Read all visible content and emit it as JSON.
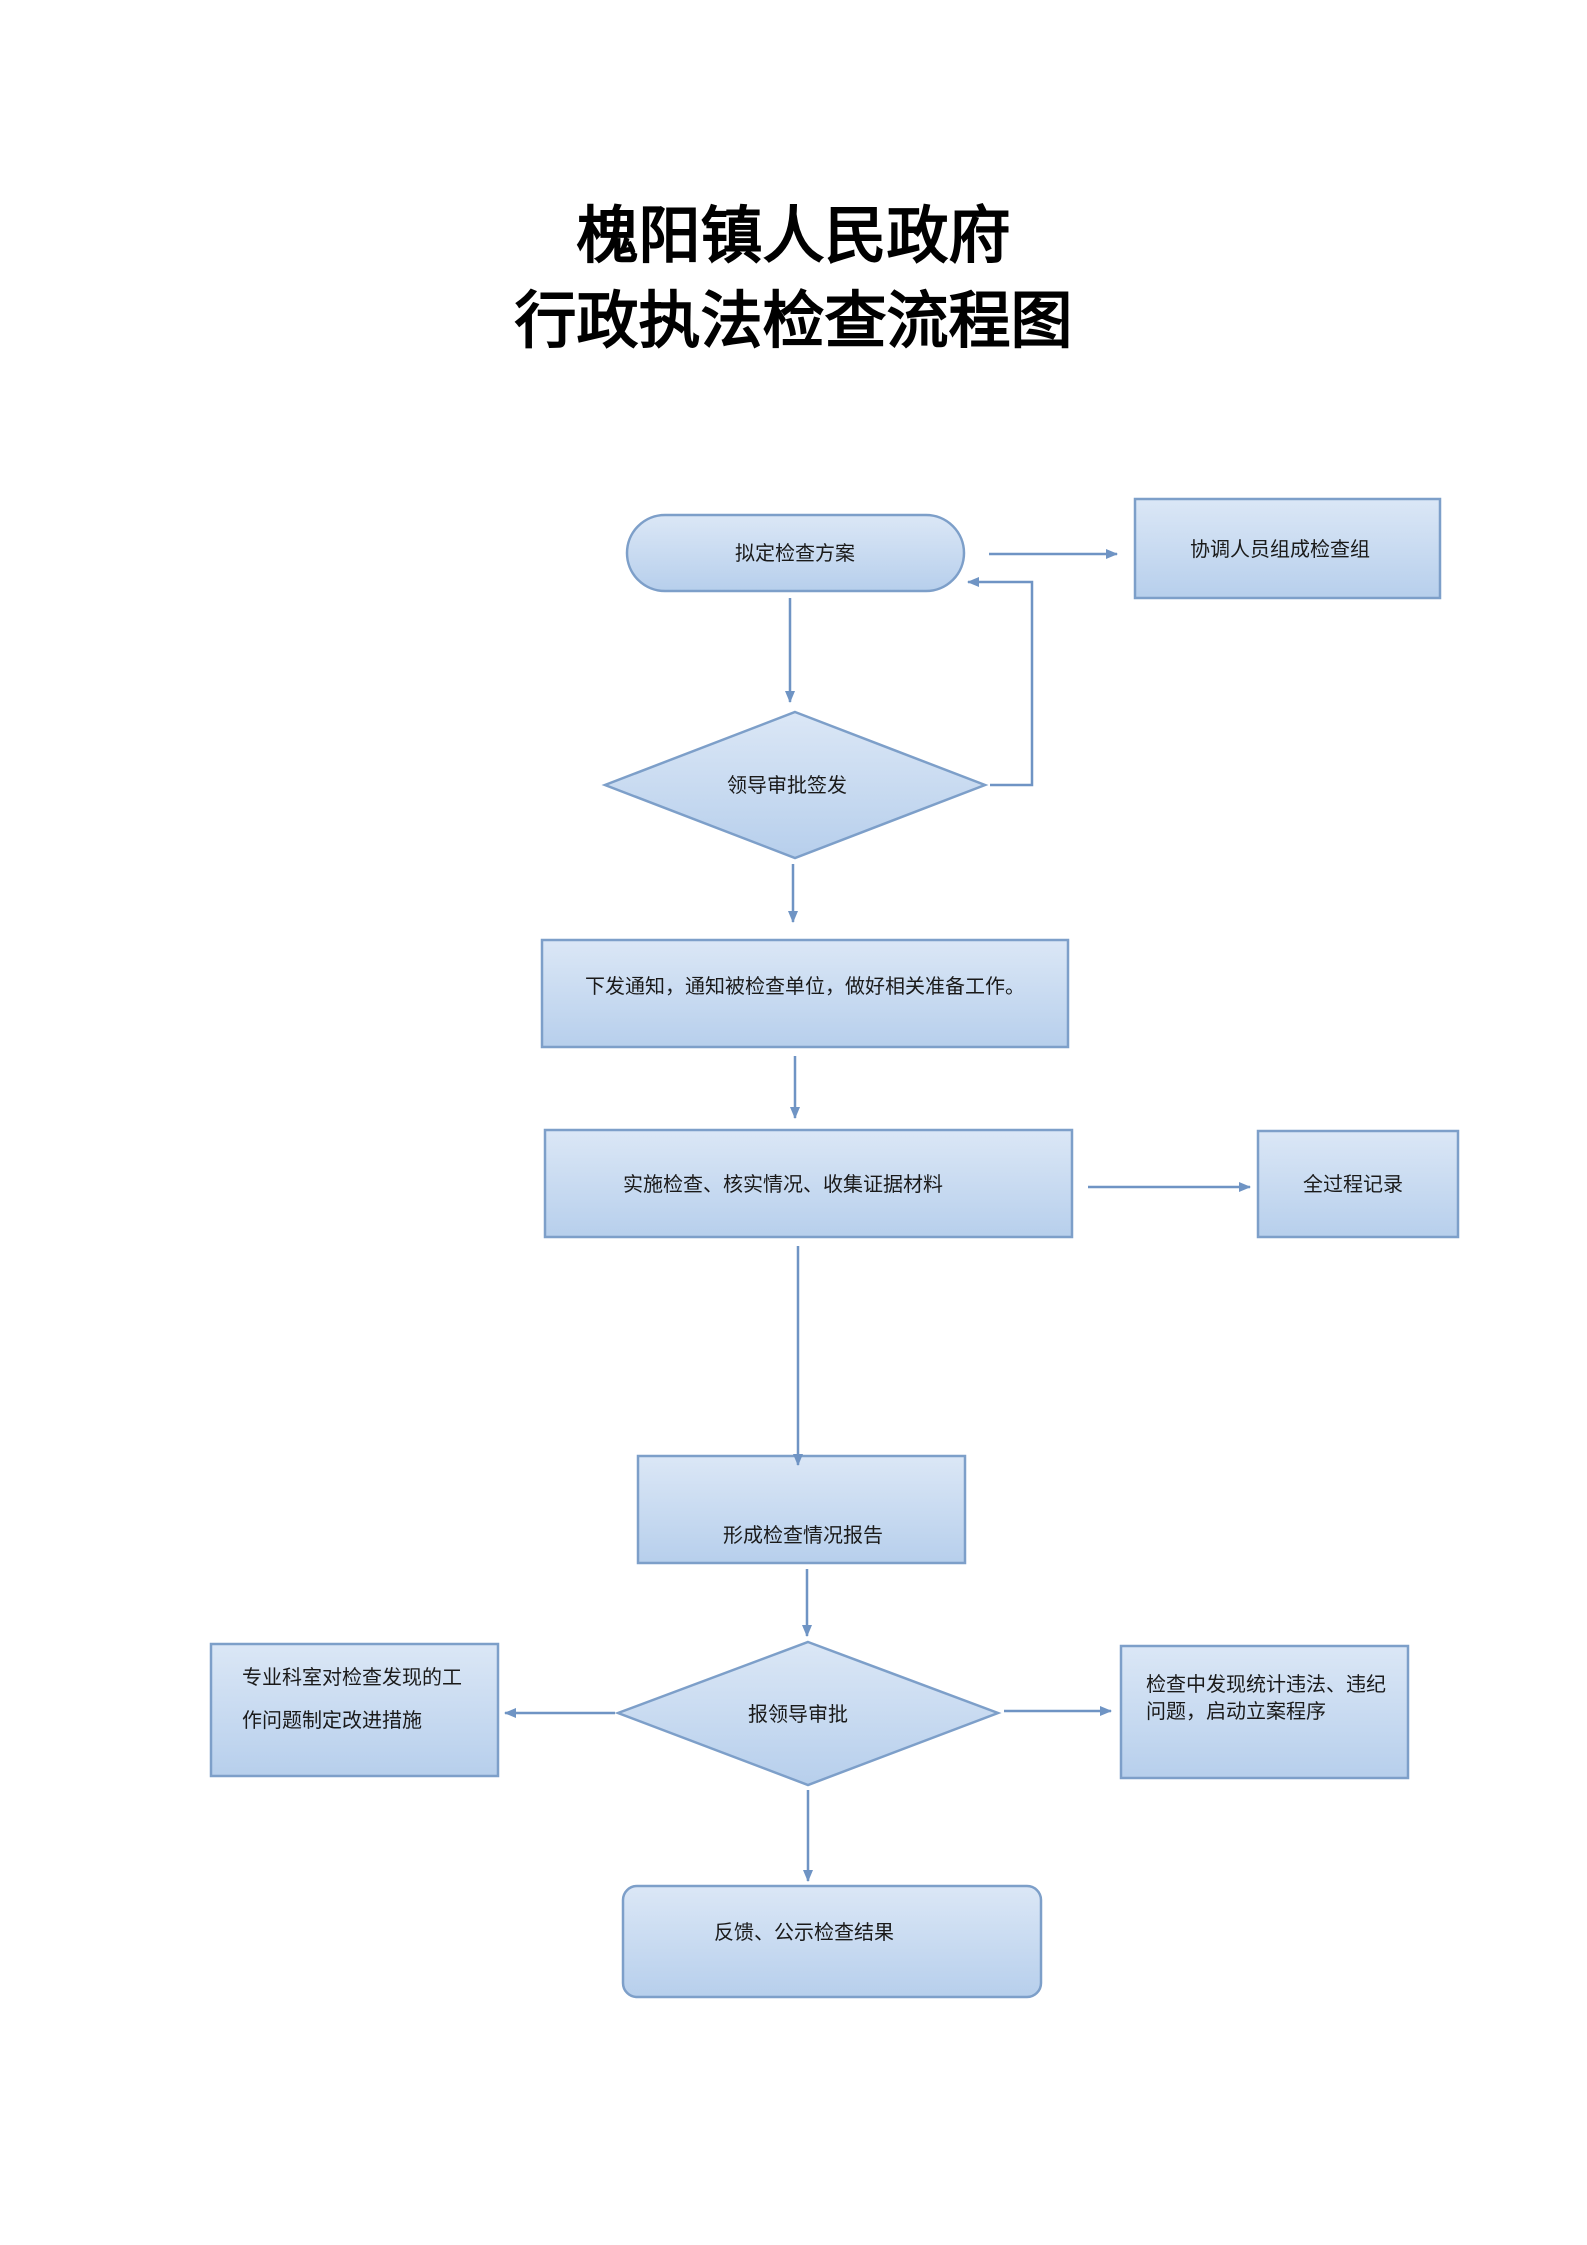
{
  "title": {
    "line1": "槐阳镇人民政府",
    "line2": "行政执法检查流程图"
  },
  "colors": {
    "box_fill_top": "#dbe7f6",
    "box_fill_bottom": "#b7cfec",
    "box_stroke": "#7d9fc9",
    "arrow": "#6f94c4"
  },
  "nodes": {
    "draft_plan": "拟定检查方案",
    "coordinate_staff": "协调人员组成检查组",
    "leader_approval": "领导审批签发",
    "notify": "下发通知，通知被检查单位，做好相关准备工作。",
    "implement": "实施检查、核实情况、收集证据材料",
    "record": "全过程记录",
    "report": "形成检查情况报告",
    "submit_leader": "报领导审批",
    "rectify_line1": "专业科室对检查发现的工",
    "rectify_line2": "作问题制定改进措施",
    "violation_line1": "检查中发现统计违法、违纪",
    "violation_line2": "问题，启动立案程序",
    "feedback": "反馈、公示检查结果"
  }
}
